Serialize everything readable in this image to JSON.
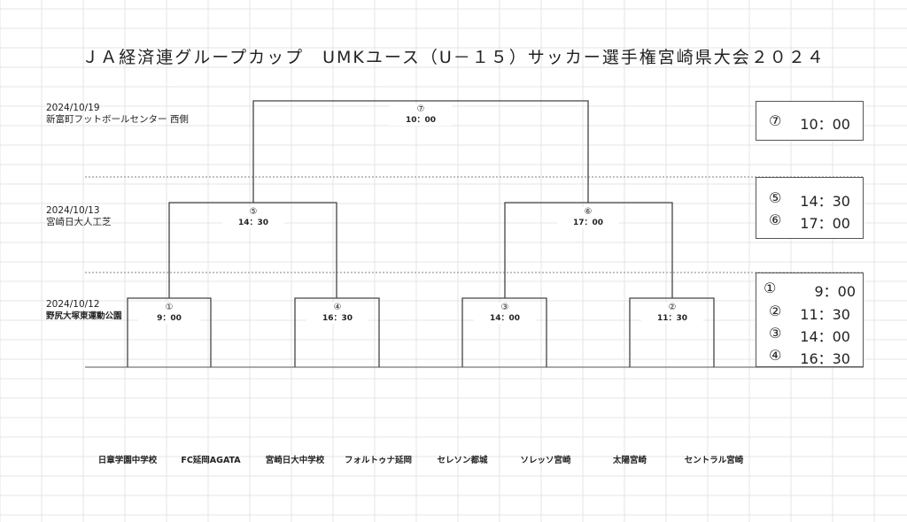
{
  "title": "ＪＡ経済連グループカップ　UMKユース（U－１５）サッカー選手権宮崎県大会２０２４",
  "rounds": [
    {
      "date": "2024/10/19",
      "venue": "新富町フットボールセンター 西側"
    },
    {
      "date": "2024/10/13",
      "venue": "宮崎日大人工芝"
    },
    {
      "date": "2024/10/12",
      "venue": "野尻大塚東運動公園"
    }
  ],
  "matches": [
    {
      "num": "⑦",
      "time": "10：00"
    },
    {
      "num": "⑤",
      "time": "14：30"
    },
    {
      "num": "⑥",
      "time": "17：00"
    },
    {
      "num": "①",
      "time": "9：00"
    },
    {
      "num": "④",
      "time": "16：30"
    },
    {
      "num": "③",
      "time": "14：00"
    },
    {
      "num": "②",
      "time": "11：30"
    }
  ],
  "schedule": {
    "final": [
      {
        "num": "⑦",
        "time": "10：00"
      }
    ],
    "semi": [
      {
        "num": "⑤",
        "time": "14：30"
      },
      {
        "num": "⑥",
        "time": "17：00"
      }
    ],
    "first": [
      {
        "num": "①",
        "time": "9：00"
      },
      {
        "num": "②",
        "time": "11：30"
      },
      {
        "num": "③",
        "time": "14：00"
      },
      {
        "num": "④",
        "time": "16：30"
      }
    ]
  },
  "teams": [
    "日章学園中学校",
    "FC延岡AGATA",
    "宮崎日大中学校",
    "フォルトゥナ延岡",
    "セレソン都城",
    "ソレッソ宮崎",
    "太陽宮崎",
    "セントラル宮崎"
  ],
  "colors": {
    "line": "#444444",
    "grid": "#e4e4e4",
    "divider": "#9a9a9a"
  }
}
